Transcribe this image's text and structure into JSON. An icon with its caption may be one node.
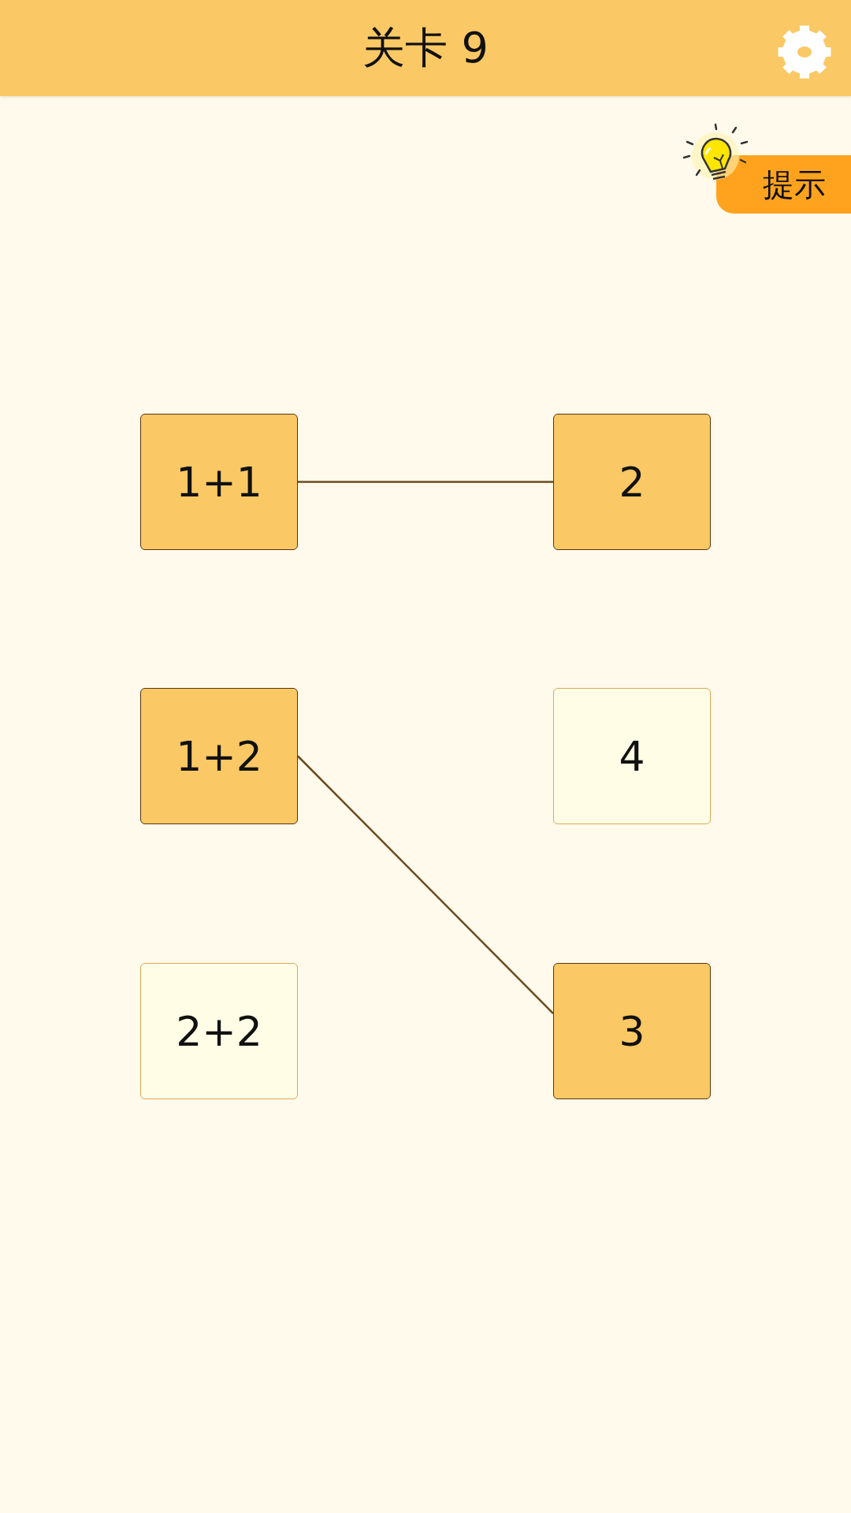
{
  "diagram": {
    "title": "关卡 9",
    "nodes": [
      {
        "text": [
          "1+1"
        ]
      },
      {
        "text": [
          "2"
        ]
      },
      {
        "text": [
          "1+2"
        ]
      },
      {
        "text": [
          "4"
        ]
      },
      {
        "text": [
          "2+2"
        ]
      },
      {
        "text": [
          "3"
        ]
      }
    ],
    "edges": [
      {
        "from": 0,
        "to": 1,
        "arrow": "none"
      },
      {
        "from": 2,
        "to": 5,
        "arrow": "none"
      }
    ],
    "labels": [
      "提示"
    ]
  }
}
